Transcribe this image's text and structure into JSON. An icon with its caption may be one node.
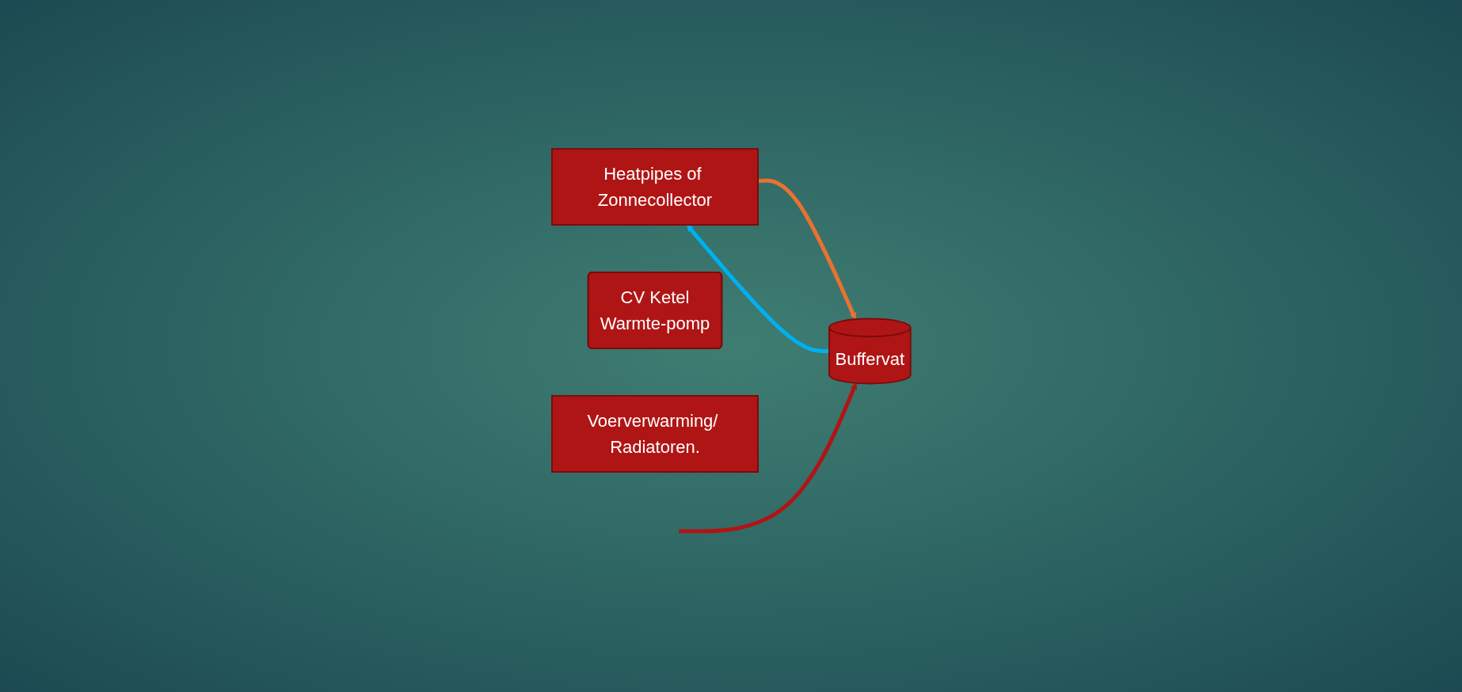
{
  "diagram": {
    "nodes": [
      {
        "text": [
          "Heatpipes of Zonnecollector"
        ]
      },
      {
        "text": [
          "Buffervat"
        ]
      },
      {
        "text": [
          "CV Ketel",
          "Warmte-pomp"
        ]
      },
      {
        "text": [
          "Voerverwarming/ Radiatoren."
        ]
      }
    ],
    "edges": [
      {
        "from": 1,
        "to": 0,
        "arrow": "to",
        "color": "#00b0f0"
      },
      {
        "from": 0,
        "to": 1,
        "arrow": "to",
        "color": "#e97132"
      },
      {
        "from": null,
        "to": 1,
        "arrow": "to",
        "color": "#b01515"
      }
    ]
  }
}
